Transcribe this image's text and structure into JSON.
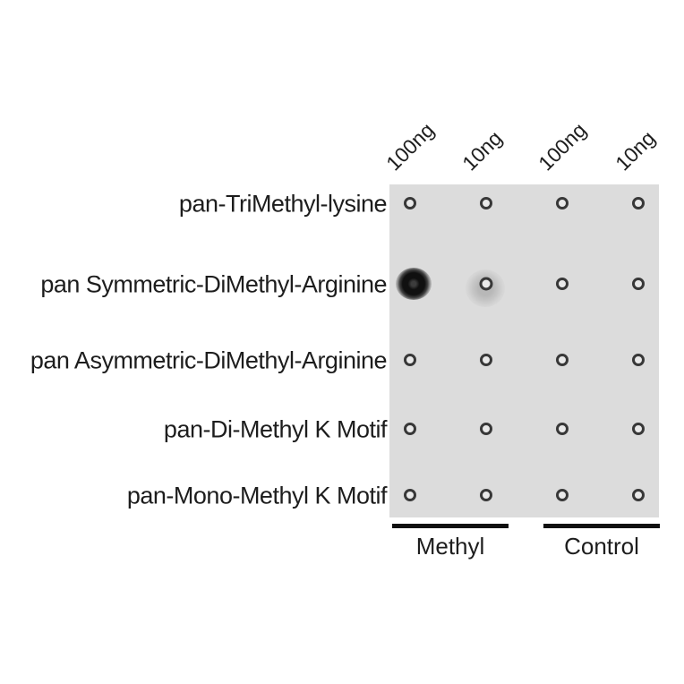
{
  "figure": {
    "type": "dot-blot",
    "sample_headers": [
      "100ng",
      "10ng",
      "100ng",
      "10ng"
    ],
    "rows": [
      {
        "label": "pan-TriMethyl-lysine",
        "dots": [
          "open",
          "open",
          "open",
          "open"
        ]
      },
      {
        "label": "pan Symmetric-DiMethyl-Arginine",
        "dots": [
          "strong",
          "faint",
          "open",
          "open"
        ]
      },
      {
        "label": "pan Asymmetric-DiMethyl-Arginine",
        "dots": [
          "open",
          "open",
          "open",
          "open"
        ]
      },
      {
        "label": "pan-Di-Methyl K Motif",
        "dots": [
          "open",
          "open",
          "open",
          "open"
        ]
      },
      {
        "label": "pan-Mono-Methyl K Motif",
        "dots": [
          "open",
          "open",
          "open",
          "open"
        ]
      }
    ],
    "groups": [
      {
        "label": "Methyl"
      },
      {
        "label": "Control"
      }
    ],
    "colors": {
      "membrane": "#dcdcdc",
      "ink": "#1d1d1d",
      "bar": "#0f0f0f",
      "dot_ring": "#383838"
    }
  }
}
